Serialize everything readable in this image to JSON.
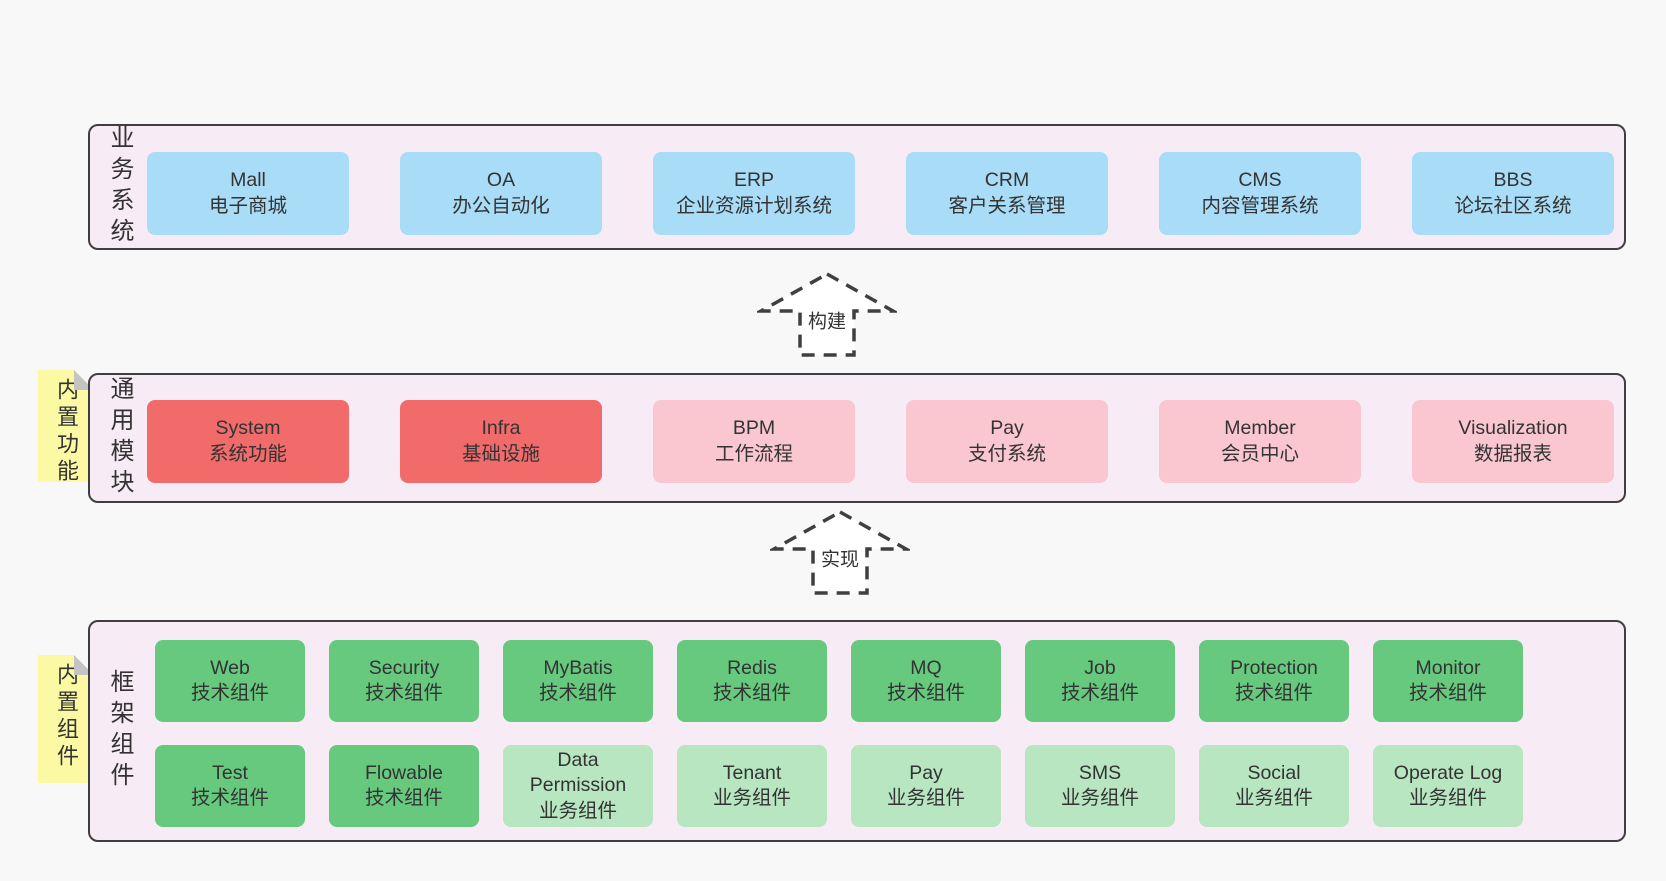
{
  "colors": {
    "page_bg": "#f8f8f8",
    "band_bg": "#f7ecf5",
    "band_border": "#3f3f3f",
    "sticky_bg": "#fcf9a4",
    "sticky_fold": "#c4c4c4",
    "text": "#333333",
    "blue": "#a8dcf7",
    "red": "#f16b6b",
    "pink": "#fac7d1",
    "green": "#66c97d",
    "lightgreen": "#b7e6c1",
    "arrow_stroke": "#3f3f3f",
    "arrow_fill": "#ffffff"
  },
  "bands": [
    {
      "label": "业务系统",
      "sticky": null,
      "rows": [
        [
          {
            "title": "Mall",
            "subtitle": "电子商城",
            "type": "blue"
          },
          {
            "title": "OA",
            "subtitle": "办公自动化",
            "type": "blue"
          },
          {
            "title": "ERP",
            "subtitle": "企业资源计划系统",
            "type": "blue"
          },
          {
            "title": "CRM",
            "subtitle": "客户关系管理",
            "type": "blue"
          },
          {
            "title": "CMS",
            "subtitle": "内容管理系统",
            "type": "blue"
          },
          {
            "title": "BBS",
            "subtitle": "论坛社区系统",
            "type": "blue"
          }
        ]
      ]
    },
    {
      "label": "通用模块",
      "sticky": "内置功能",
      "rows": [
        [
          {
            "title": "System",
            "subtitle": "系统功能",
            "type": "red"
          },
          {
            "title": "Infra",
            "subtitle": "基础设施",
            "type": "red"
          },
          {
            "title": "BPM",
            "subtitle": "工作流程",
            "type": "pink"
          },
          {
            "title": "Pay",
            "subtitle": "支付系统",
            "type": "pink"
          },
          {
            "title": "Member",
            "subtitle": "会员中心",
            "type": "pink"
          },
          {
            "title": "Visualization",
            "subtitle": "数据报表",
            "type": "pink"
          }
        ]
      ]
    },
    {
      "label": "框架组件",
      "sticky": "内置组件",
      "rows": [
        [
          {
            "title": "Web",
            "subtitle": "技术组件",
            "type": "green"
          },
          {
            "title": "Security",
            "subtitle": "技术组件",
            "type": "green"
          },
          {
            "title": "MyBatis",
            "subtitle": "技术组件",
            "type": "green"
          },
          {
            "title": "Redis",
            "subtitle": "技术组件",
            "type": "green"
          },
          {
            "title": "MQ",
            "subtitle": "技术组件",
            "type": "green"
          },
          {
            "title": "Job",
            "subtitle": "技术组件",
            "type": "green"
          },
          {
            "title": "Protection",
            "subtitle": "技术组件",
            "type": "green"
          },
          {
            "title": "Monitor",
            "subtitle": "技术组件",
            "type": "green"
          }
        ],
        [
          {
            "title": "Test",
            "subtitle": "技术组件",
            "type": "green"
          },
          {
            "title": "Flowable",
            "subtitle": "技术组件",
            "type": "green"
          },
          {
            "title": "Data Permission",
            "subtitle": "业务组件",
            "type": "lightgreen"
          },
          {
            "title": "Tenant",
            "subtitle": "业务组件",
            "type": "lightgreen"
          },
          {
            "title": "Pay",
            "subtitle": "业务组件",
            "type": "lightgreen"
          },
          {
            "title": "SMS",
            "subtitle": "业务组件",
            "type": "lightgreen"
          },
          {
            "title": "Social",
            "subtitle": "业务组件",
            "type": "lightgreen"
          },
          {
            "title": "Operate Log",
            "subtitle": "业务组件",
            "type": "lightgreen"
          }
        ]
      ]
    }
  ],
  "arrows": [
    {
      "label": "构建"
    },
    {
      "label": "实现"
    }
  ]
}
